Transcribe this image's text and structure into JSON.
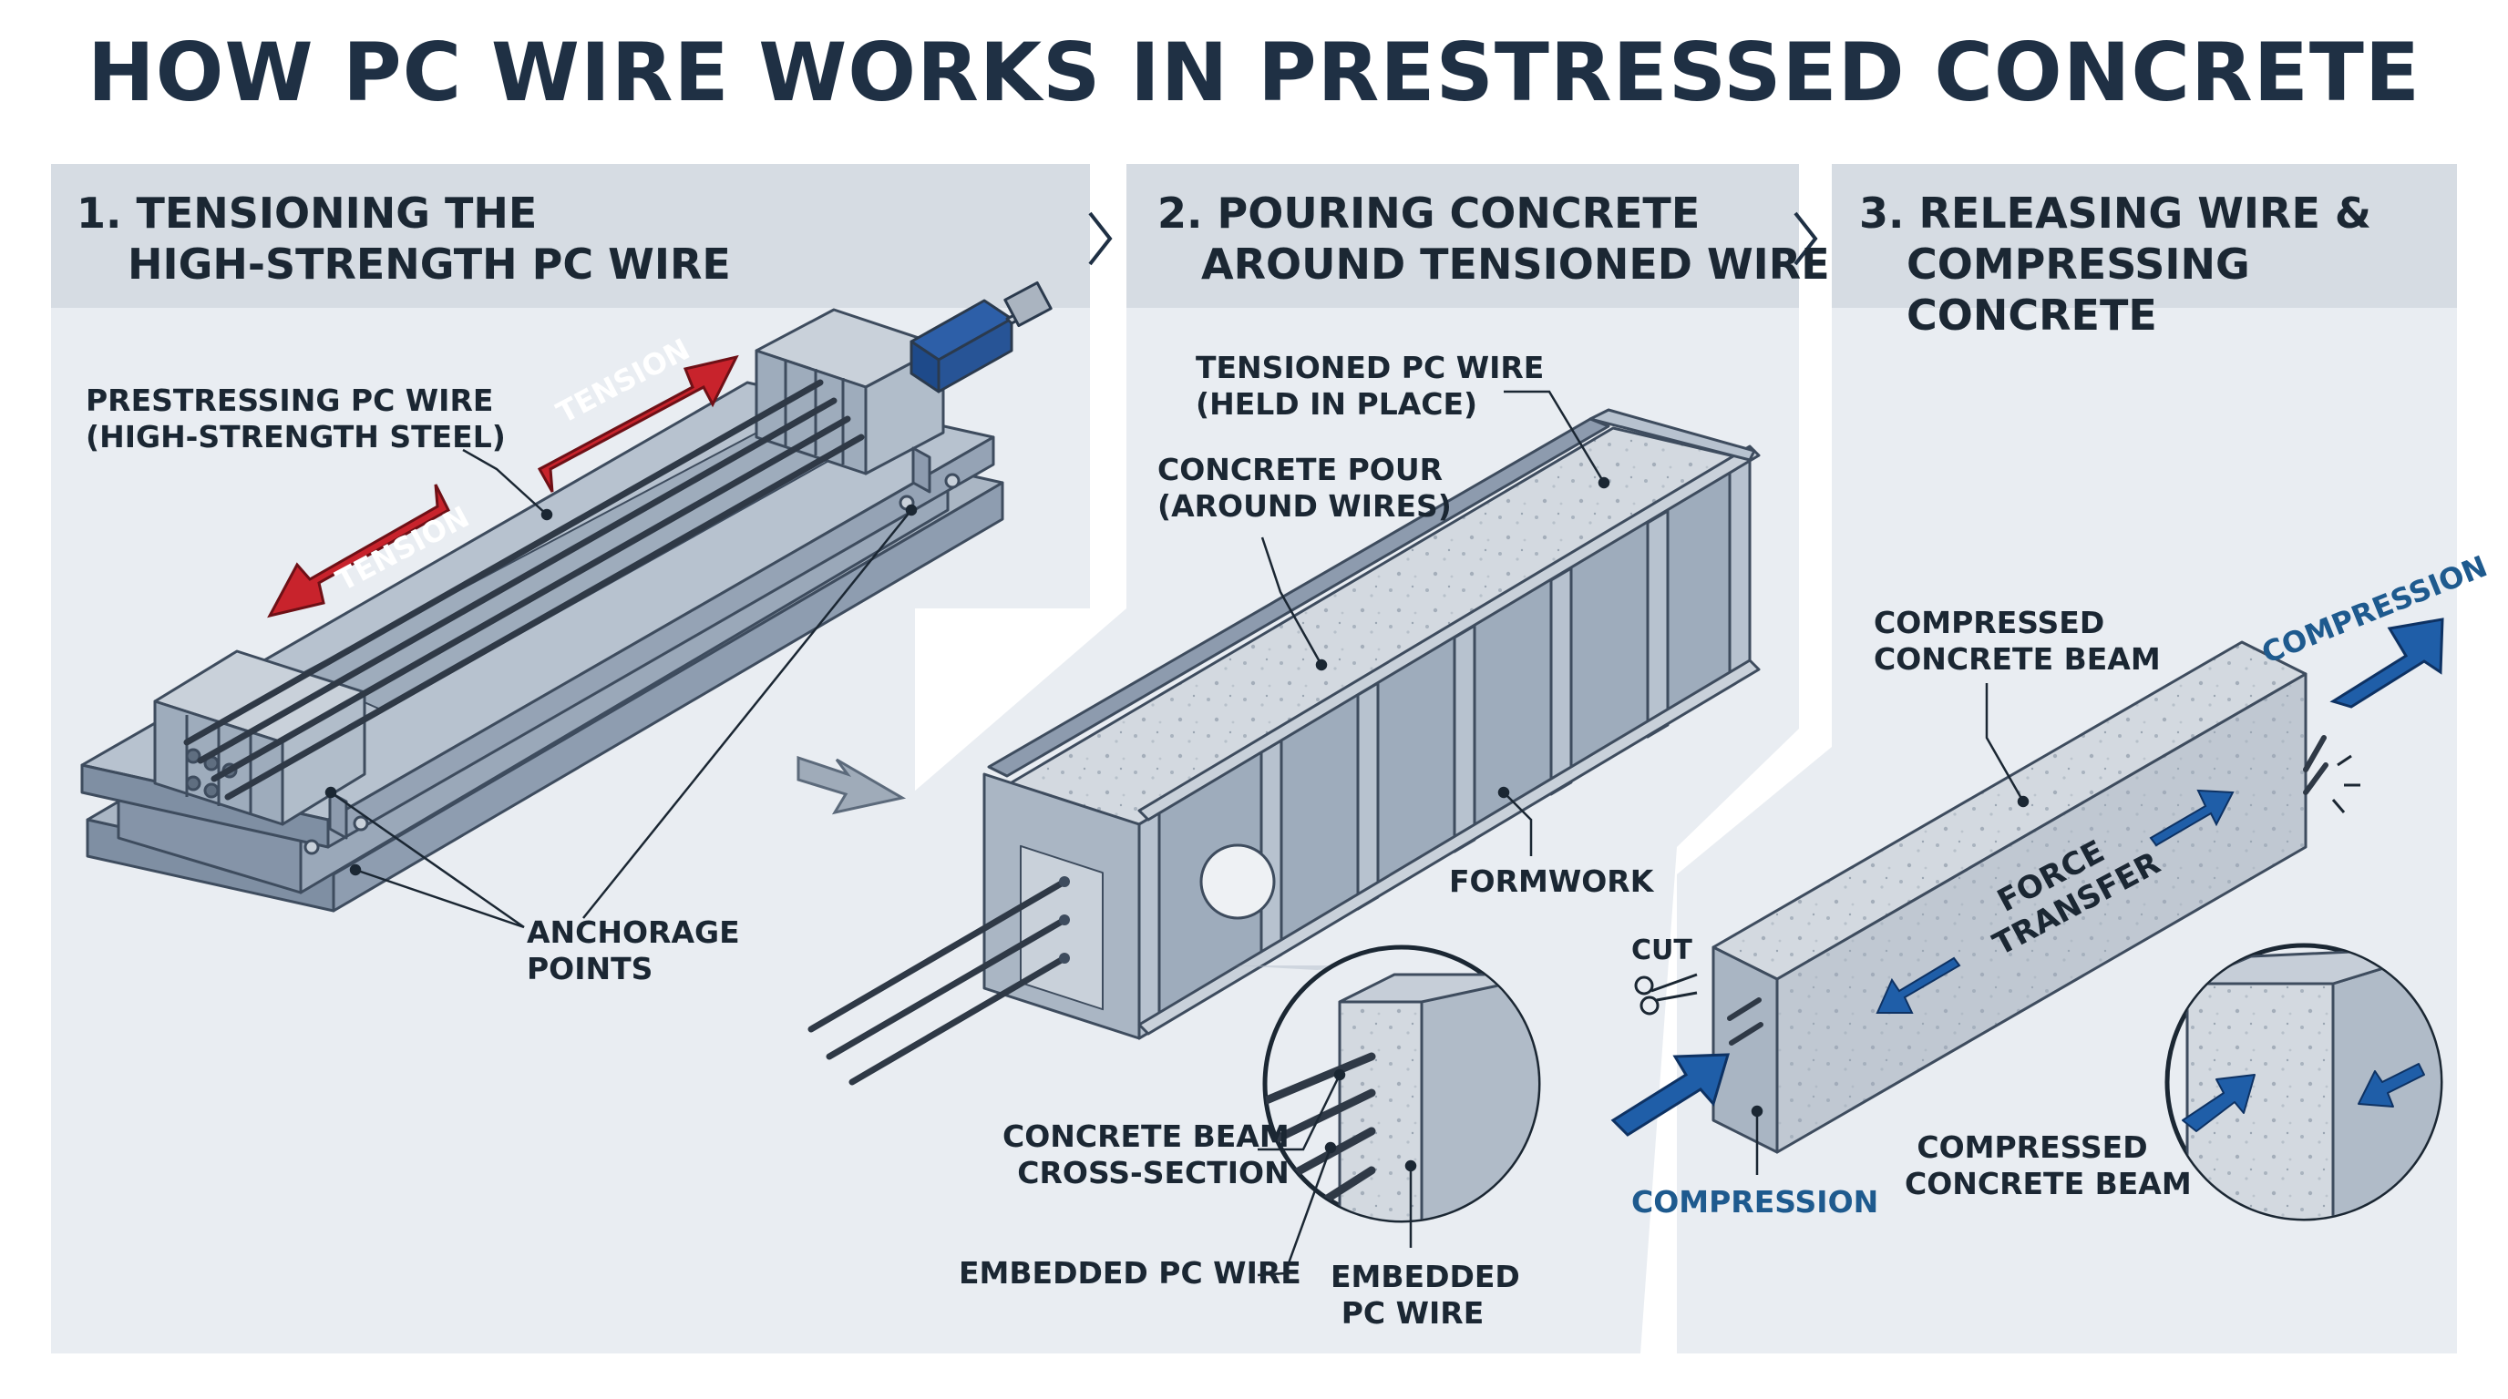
{
  "title": "HOW PC WIRE WORKS IN PRESTRESSED CONCRETE",
  "panels": [
    {
      "header_line1": "1. TENSIONING THE",
      "header_line2": "HIGH-STRENGTH PC WIRE",
      "labels": {
        "wire_line1": "PRESTRESSING PC WIRE",
        "wire_line2": "(HIGH-STRENGTH STEEL)",
        "tension_upper": "TENSION",
        "tension_lower": "TENSION",
        "anchorage_line1": "ANCHORAGE",
        "anchorage_line2": "POINTS"
      }
    },
    {
      "header_line1": "2. POURING CONCRETE",
      "header_line2": "AROUND TENSIONED WIRE",
      "labels": {
        "tensioned_line1": "TENSIONED PC WIRE",
        "tensioned_line2": "(HELD IN PLACE)",
        "pour_line1": "CONCRETE POUR",
        "pour_line2": "(AROUND WIRES)",
        "formwork": "FORMWORK",
        "cross_line1": "CONCRETE BEAM",
        "cross_line2": "CROSS-SECTION",
        "embedded_left": "EMBEDDED PC WIRE",
        "embedded_right_line1": "EMBEDDED",
        "embedded_right_line2": "PC WIRE"
      }
    },
    {
      "header_line1": "3. RELEASING WIRE &",
      "header_line2": "COMPRESSING CONCRETE",
      "labels": {
        "beam_line1": "COMPRESSED",
        "beam_line2": "CONCRETE BEAM",
        "compression_top": "COMPRESSION",
        "cut": "CUT",
        "force_line1": "FORCE",
        "force_line2": "TRANSFER",
        "compression_bottom": "COMPRESSION",
        "zoom_line1": "COMPRESSED",
        "zoom_line2": "CONCRETE BEAM"
      }
    }
  ],
  "colors": {
    "panel_bg": "#e9edf2",
    "header_bg": "#d6dce3",
    "steel": "#8e9db0",
    "tension_red": "#c8232c",
    "compression_blue": "#1f5ea8"
  }
}
